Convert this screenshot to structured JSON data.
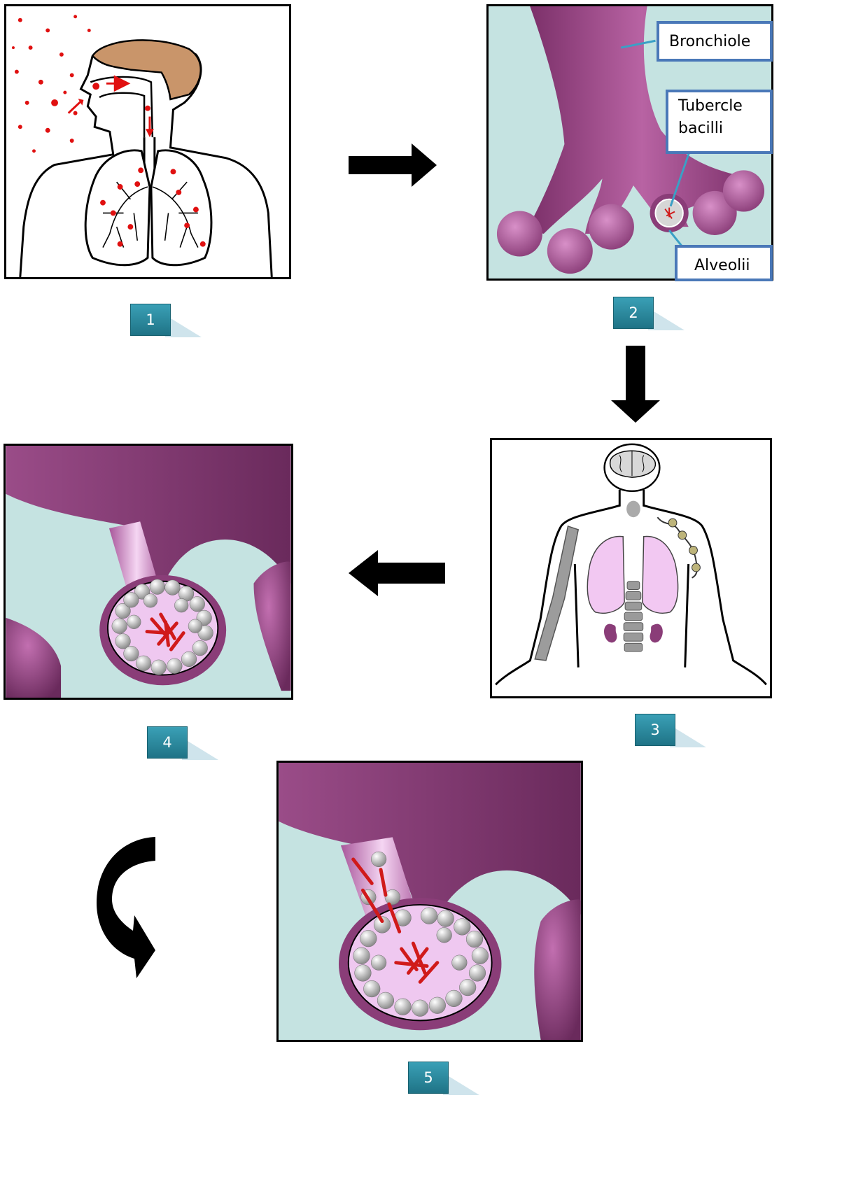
{
  "labels": {
    "bronchiole": "Bronchiole",
    "tubercle_bacilli": "Tubercle\nbacilli",
    "alveolii": "Alveolii"
  },
  "steps": [
    "1",
    "2",
    "3",
    "4",
    "5"
  ],
  "colors": {
    "bronchiole": "#8a3d78",
    "bronchiole_light": "#b863a3",
    "alveolus": "#c26fb0",
    "background_panel": "#c5e3e1",
    "alveolus_inner": "#efc8f0",
    "lungs_pink": "#f2c8f2",
    "head_brown": "#c9956a",
    "droplet_red": "#e01010",
    "bacilli_red": "#d01a1a",
    "callout_border": "#4a78b8",
    "badge": "#2a8ca1"
  },
  "icons": [
    "right-arrow-icon",
    "down-arrow-icon",
    "left-arrow-icon",
    "curved-arrow-icon"
  ]
}
